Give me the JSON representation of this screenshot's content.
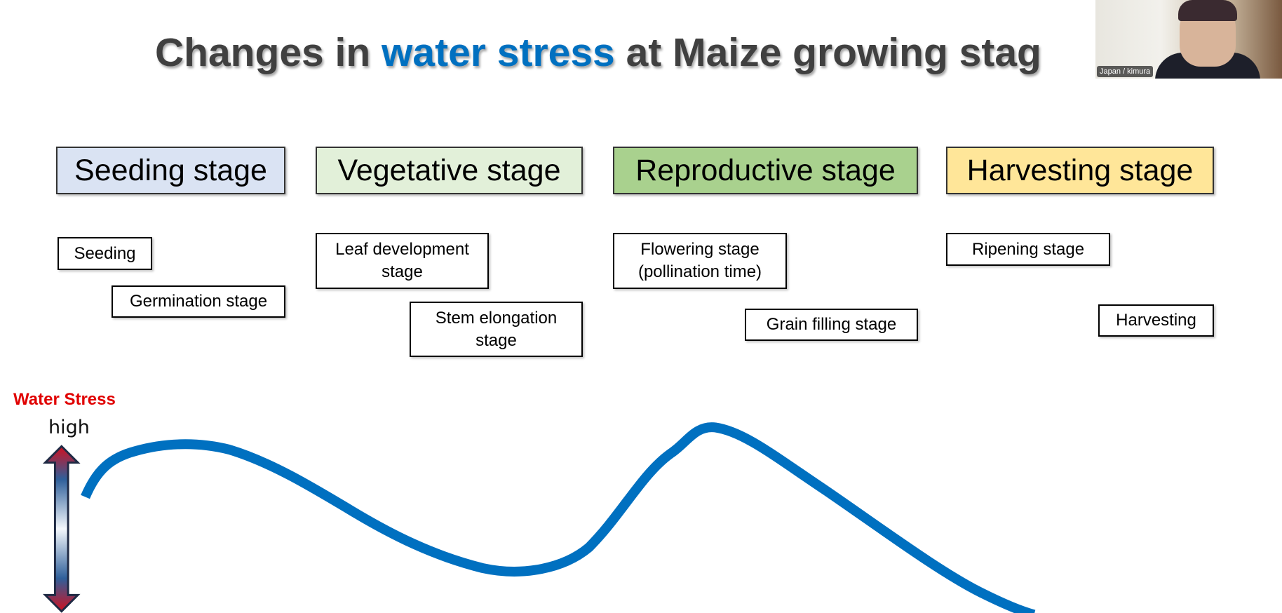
{
  "title": {
    "part1": "Changes in ",
    "highlight": "water stress",
    "part2": " at Maize growing stag"
  },
  "stages": [
    {
      "label": "Seeding stage",
      "color": "#dae3f3"
    },
    {
      "label": "Vegetative stage",
      "color": "#e2f0d9"
    },
    {
      "label": "Reproductive stage",
      "color": "#a9d18e"
    },
    {
      "label": "Harvesting stage",
      "color": "#ffe699"
    }
  ],
  "substages": {
    "seeding": "Seeding",
    "germination": "Germination stage",
    "leaf_line1": "Leaf development",
    "leaf_line2": "stage",
    "stem_line1": "Stem elongation",
    "stem_line2": "stage",
    "flowering_line1": "Flowering stage",
    "flowering_line2": "(pollination time)",
    "grain": "Grain filling stage",
    "ripening": "Ripening stage",
    "harvesting": "Harvesting"
  },
  "axis": {
    "label": "Water Stress",
    "high": "high"
  },
  "video": {
    "participant": "Japan / kimura"
  },
  "colors": {
    "curve": "#0070c0",
    "axis_label": "#e00000"
  }
}
